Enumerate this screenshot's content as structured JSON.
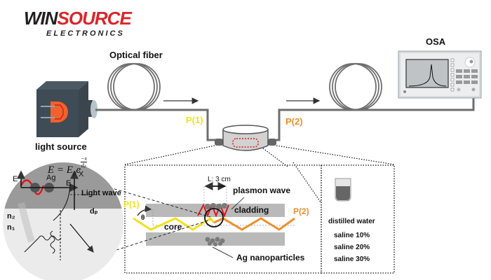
{
  "logo": {
    "part1": "WIN",
    "part2": "SOURCE",
    "subtitle": "ELECTRONICS"
  },
  "labels": {
    "optical_fiber": "Optical fiber",
    "light_source": "light source",
    "osa": "OSA",
    "p1": "P(1)",
    "p2": "P(2)",
    "length": "L: 3 cm",
    "plasmon_wave": "plasmon wave",
    "cladding": "cladding",
    "core": "core",
    "theta": "θ",
    "ag_nanoparticles": "Ag nanoparticles",
    "light_wave": "Light wave",
    "ag": "Ag",
    "e_axis": "E",
    "x_axis": "X",
    "e_right": "E",
    "n2": "n₂",
    "n1": "n₁",
    "dp": "dₚ",
    "formula_lhs": "E = E",
    "formula_sub": "0",
    "formula_e": "e",
    "formula_exp_num": "−x",
    "formula_exp_den": "dₚ"
  },
  "samples": [
    "distilled water",
    "saline 10%",
    "saline 20%",
    "saline 30%"
  ],
  "colors": {
    "p1": "#f2e21c",
    "p2": "#ee8f2a",
    "plasmon": "#e0161c",
    "fiber": "#6e6e6e",
    "cladding": "#b9b9b9",
    "logo_red": "#d9262a"
  }
}
